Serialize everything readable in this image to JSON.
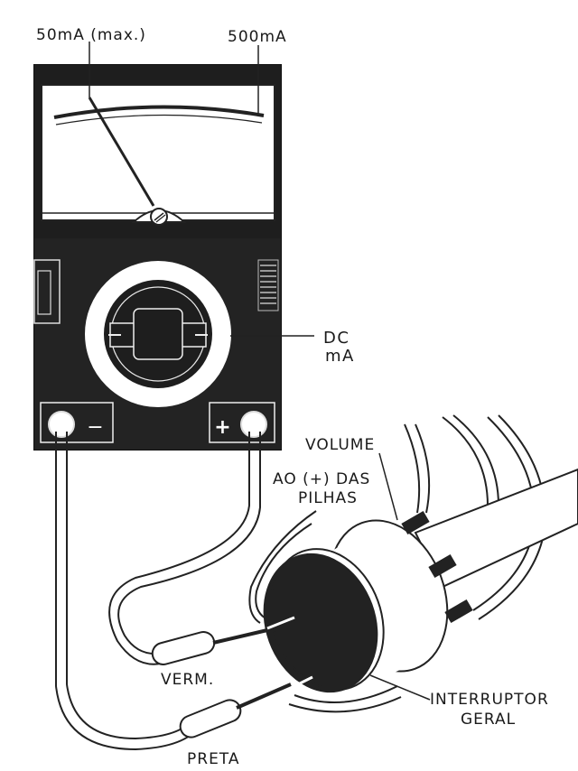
{
  "labels": {
    "range_50ma": "50mA (max.)",
    "range_500ma": "500mA",
    "mode_line1": "DC",
    "mode_line2": "mA",
    "volume": "VOLUME",
    "battery_line1": "AO (+) DAS",
    "battery_line2": "PILHAS",
    "red_probe": "VERM.",
    "black_probe": "PRETA",
    "switch_line1": "INTERRUPTOR",
    "switch_line2": "GERAL",
    "minus_terminal": "−",
    "plus_terminal": "+"
  },
  "colors": {
    "ink": "#1a1a1a",
    "paper": "#ffffff",
    "panel": "#222222"
  }
}
